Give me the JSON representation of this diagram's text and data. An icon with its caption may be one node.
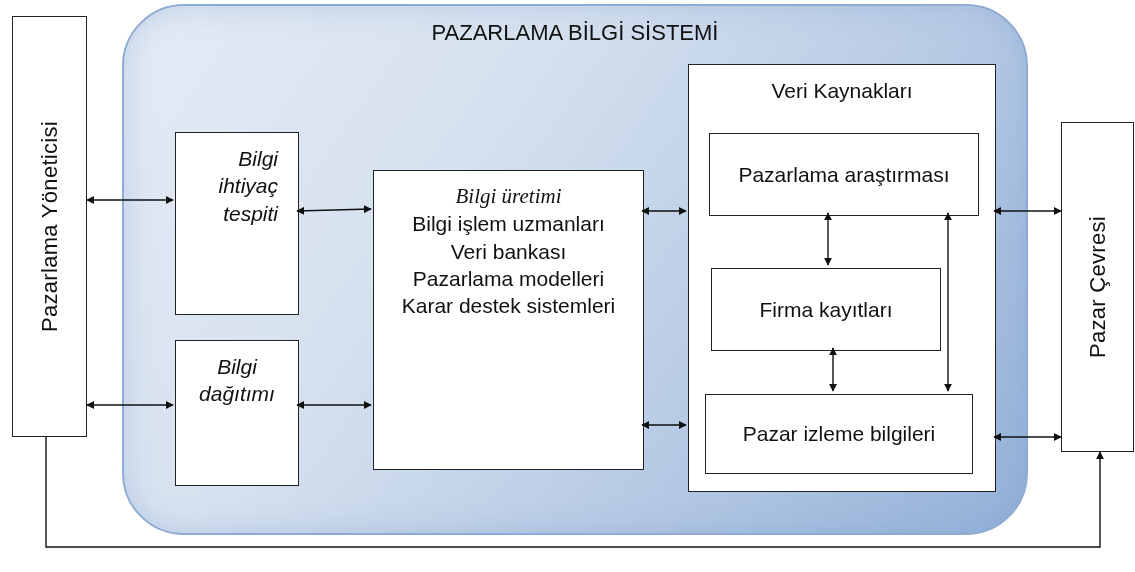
{
  "diagram": {
    "nodes": [
      {
        "text": [
          "Pazarlama Yöneticisi"
        ]
      },
      {
        "text": [
          "PAZARLAMA BİLGİ SİSTEMİ"
        ]
      },
      {
        "text": [
          "Bilgi ihtiyaç tespiti"
        ],
        "in": 1
      },
      {
        "text": [
          "Bilgi dağıtımı"
        ],
        "in": 1
      },
      {
        "text": [
          "Bilgi üretimi",
          "Bilgi işlem uzmanları",
          "Veri bankası",
          "Pazarlama modelleri",
          "Karar destek sistemleri"
        ],
        "in": 1
      },
      {
        "text": [
          "Veri Kaynakları"
        ],
        "in": 1
      },
      {
        "text": [
          "Pazarlama araştırması"
        ],
        "in": 5
      },
      {
        "text": [
          "Firma kayıtları"
        ],
        "in": 5
      },
      {
        "text": [
          "Pazar izleme bilgileri"
        ],
        "in": 5
      },
      {
        "text": [
          "Pazar Çevresi"
        ]
      }
    ],
    "edges": [
      {
        "from": 0,
        "to": 2,
        "arrow": "both"
      },
      {
        "from": 0,
        "to": 3,
        "arrow": "both"
      },
      {
        "from": 2,
        "to": 4,
        "arrow": "both"
      },
      {
        "from": 3,
        "to": 4,
        "arrow": "both"
      },
      {
        "from": 4,
        "to": 5,
        "arrow": "both"
      },
      {
        "from": 4,
        "to": 5,
        "arrow": "both"
      },
      {
        "from": 6,
        "to": 7,
        "arrow": "both"
      },
      {
        "from": 7,
        "to": 8,
        "arrow": "both"
      },
      {
        "from": 6,
        "to": 8,
        "arrow": "both"
      },
      {
        "from": 5,
        "to": 9,
        "arrow": "both"
      },
      {
        "from": 5,
        "to": 9,
        "arrow": "both"
      },
      {
        "from": 0,
        "to": 9,
        "arrow": "to"
      }
    ]
  }
}
